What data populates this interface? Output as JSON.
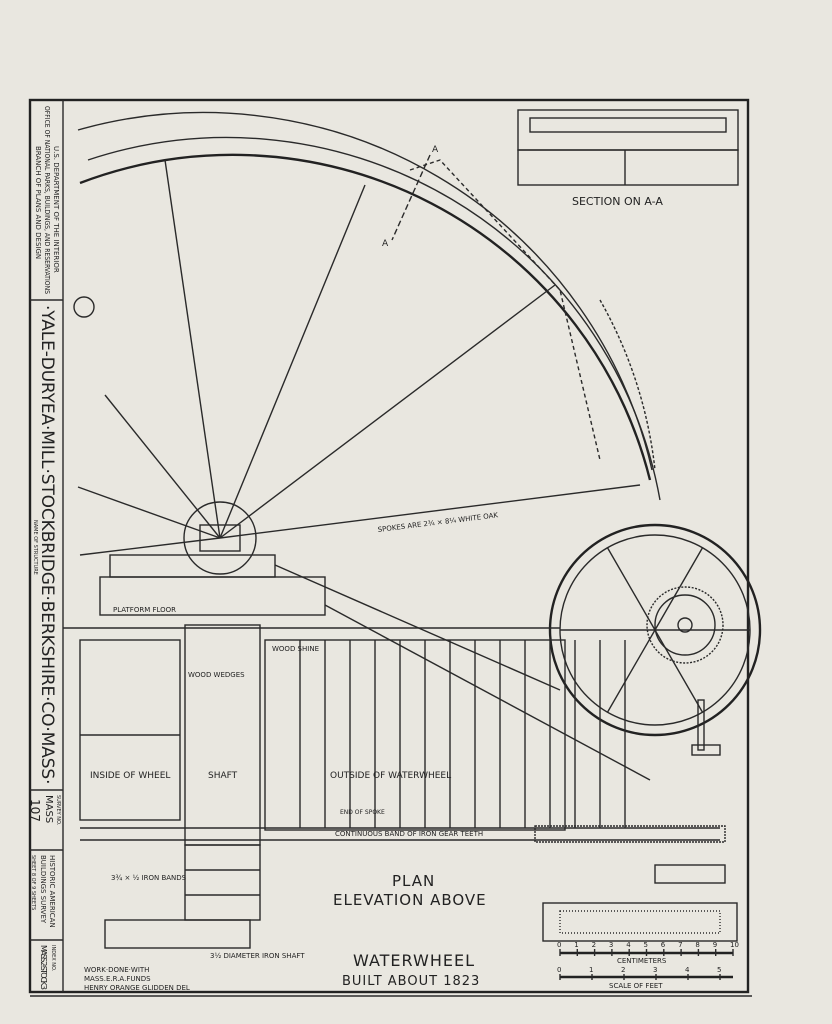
{
  "title_block": {
    "agency_line1": "U.S. DEPARTMENT OF THE INTERIOR",
    "agency_line2": "OFFICE OF NATIONAL PARKS, BUILDINGS, AND RESERVATIONS",
    "agency_line3": "BRANCH OF PLANS AND DESIGN",
    "structure_caption": "NAME OF STRUCTURE",
    "structure_name": "·YALE-DURYEA·MILL·STOCKBRIDGE·BERKSHIRE·CO·MASS·",
    "survey_caption": "SURVEY NO.",
    "survey_state": "MASS",
    "survey_number": "107",
    "survey_org_line1": "HISTORIC AMERICAN",
    "survey_org_line2": "BUILDINGS SURVEY",
    "sheet_text": "SHEET 8 OF 9 SHEETS",
    "index_caption": "INDEX NO.",
    "index_value": "MASS 2-STOCK 3"
  },
  "labels": {
    "section_title": "SECTION ON A-A",
    "section_mark": "A",
    "spokes_note": "SPOKES ARE 2¾ × 8¼ WHITE OAK",
    "platform_floor": "PLATFORM FLOOR",
    "wood_wedges": "WOOD WEDGES",
    "wood_shine": "WOOD SHINE",
    "inside_of_wheel": "INSIDE OF WHEEL",
    "shaft": "SHAFT",
    "outside_of_waterwheel": "OUTSIDE OF WATERWHEEL",
    "end_of_spoke": "END OF SPOKE",
    "gear_band": "CONTINUOUS BAND OF IRON GEAR TEETH",
    "iron_bands": "3¾ × ½ IRON BANDS",
    "iron_shaft": "3½ DIAMETER IRON SHAFT",
    "plan": "PLAN",
    "elevation_above": "ELEVATION ABOVE",
    "drawing_title": "WATERWHEEL",
    "built": "BUILT ABOUT 1823",
    "credit_line1": "WORK·DONE·WITH",
    "credit_line2": "MASS.E.R.A.FUNDS",
    "credit_line3": "HENRY ORANGE GLIDDEN  DEL"
  },
  "scales": {
    "centimeters_label": "CENTIMETERS",
    "centimeter_ticks": [
      "0",
      "1",
      "2",
      "3",
      "4",
      "5",
      "6",
      "7",
      "8",
      "9",
      "10"
    ],
    "feet_label": "SCALE OF FEET",
    "feet_ticks": [
      "0",
      "1",
      "2",
      "3",
      "4",
      "5"
    ]
  }
}
